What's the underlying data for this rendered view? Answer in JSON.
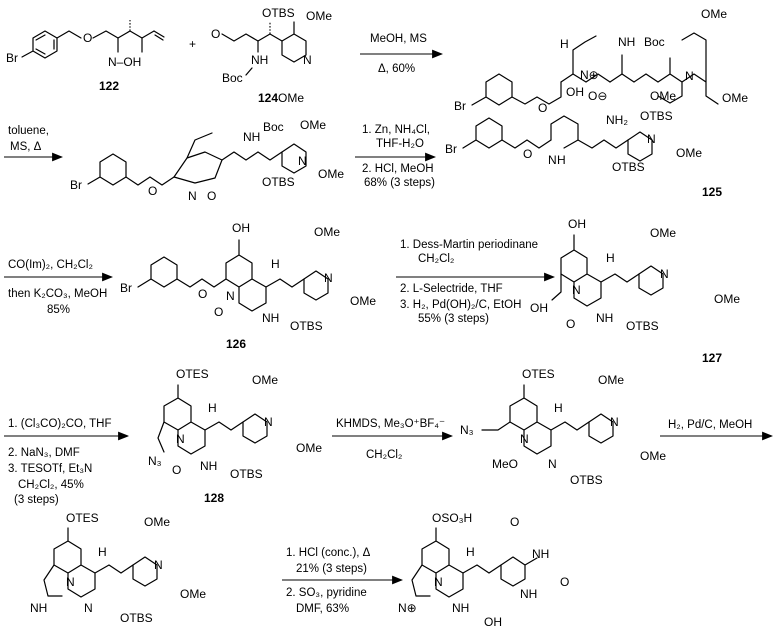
{
  "compounds": {
    "c122": "122",
    "c124": "124",
    "c125": "125",
    "c126": "126",
    "c127": "127",
    "c128": "128"
  },
  "labels": {
    "br": "Br",
    "o": "O",
    "nh": "NH",
    "oh": "OH",
    "otbs": "OTBS",
    "ome": "OMe",
    "meo": "MeO",
    "boc": "Boc",
    "n": "N",
    "h": "H",
    "nh2": "NH₂",
    "otes": "OTES",
    "n3": "N₃",
    "oso3h": "OSO₃H",
    "plus": "+",
    "nplus": "N⊕",
    "ominus": "O⊖",
    "hn_o": "N–OH"
  },
  "conditions": {
    "step1_line1": "MeOH, MS",
    "step1_line2": "Δ, 60%",
    "step2_line1": "toluene,",
    "step2_line2": "MS, Δ",
    "step3_line1": "1. Zn, NH₄Cl,",
    "step3_line2": "THF-H₂O",
    "step3_line3": "2. HCl, MeOH",
    "step3_line4": "68% (3 steps)",
    "step4_line1": "CO(Im)₂, CH₂Cl₂",
    "step4_line2": "then K₂CO₃, MeOH",
    "step4_line3": "85%",
    "step5_line1": "1. Dess-Martin periodinane",
    "step5_line2": "CH₂Cl₂",
    "step5_line3": "2. L-Selectride, THF",
    "step5_line4": "3. H₂, Pd(OH)₂/C, EtOH",
    "step5_line5": "55% (3 steps)",
    "step6_line1": "1. (Cl₃CO)₂CO, THF",
    "step6_line2": "2. NaN₃, DMF",
    "step6_line3": "3. TESOTf, Et₃N",
    "step6_line4": "CH₂Cl₂, 45%",
    "step6_line5": "(3 steps)",
    "step7_line1": "KHMDS, Me₃O⁺BF₄⁻",
    "step7_line2": "CH₂Cl₂",
    "step8_line1": "H₂, Pd/C, MeOH",
    "step9_line1": "1. HCl (conc.), Δ",
    "step9_line2": "21% (3 steps)",
    "step9_line3": "2. SO₃, pyridine",
    "step9_line4": "DMF, 63%"
  }
}
